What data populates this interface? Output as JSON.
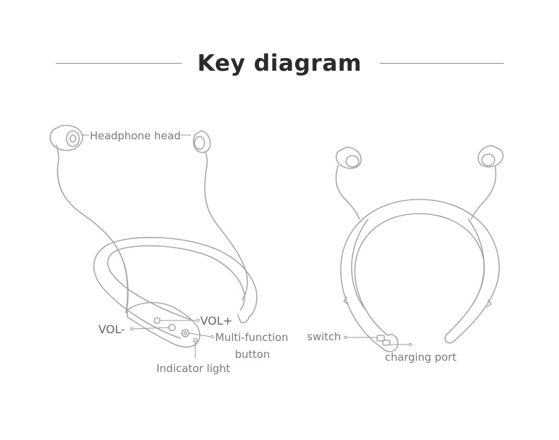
{
  "title": "Key diagram",
  "labels": {
    "headphone_head": "Headphone head",
    "vol_plus": "VOL+",
    "vol_minus": "VOL-",
    "multi_function_line1": "Multi-function",
    "multi_function_line2": "button",
    "indicator_light": "Indicator light",
    "switch": "switch",
    "charging_port": "charging port"
  },
  "colors": {
    "title": "#2b2b2b",
    "line_art": "#a8a8a8",
    "label_text": "#7a7a7a"
  }
}
